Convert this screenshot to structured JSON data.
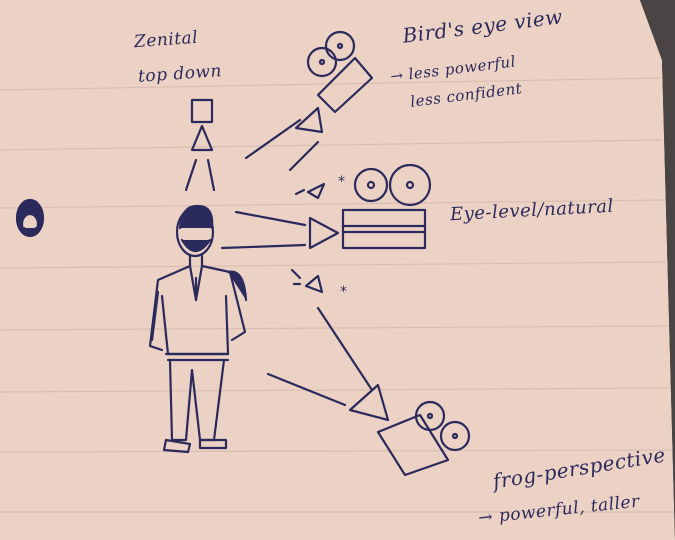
{
  "labels": {
    "zenital": "Zenital",
    "top_down": "top down",
    "birds_eye": "Bird's eye view",
    "birds_eye_note_1": "→ less powerful",
    "birds_eye_note_2": "less confident",
    "eye_level": "Eye-level/natural",
    "frog": "frog-perspective",
    "frog_note": "→ powerful, taller"
  },
  "colors": {
    "paper": "#ecd2c4",
    "ink": "#2b2a5c",
    "rule_line": "#d8bdb0",
    "background": "#3a3a3a"
  }
}
